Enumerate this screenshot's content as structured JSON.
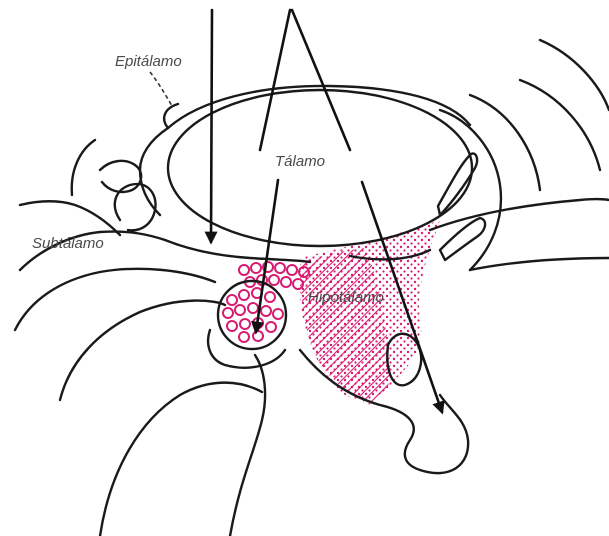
{
  "labels": {
    "epitalamo": "Epitálamo",
    "talamo": "Tálamo",
    "subtalamo": "Subtálamo",
    "hipotalamo": "Hipotálamo"
  },
  "colors": {
    "highlight": "#d81b72",
    "outline": "#1a1a1a",
    "label": "#4a4a4a"
  }
}
